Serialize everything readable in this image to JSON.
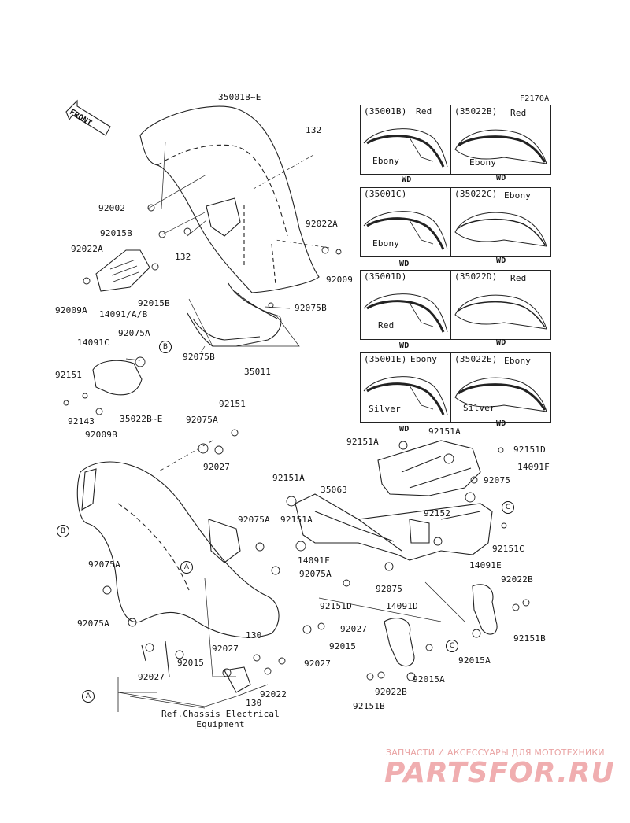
{
  "figure_code": "F2170A",
  "front_label": "FRONT",
  "ref_note": "Ref.Chassis Electrical\nEquipment",
  "watermark": {
    "tagline": "ЗАПЧАСТИ И АКСЕССУАРЫ ДЛЯ МОТОТЕХНИКИ",
    "logo": "PARTSFOR.RU"
  },
  "callouts": {
    "a": "A",
    "b": "B",
    "c": "C"
  },
  "part_labels": {
    "p35001BE": "35001B~E",
    "p132_top": "132",
    "p92002": "92002",
    "p92015B_1": "92015B",
    "p92022A_left": "92022A",
    "p132_mid": "132",
    "p92022A_right": "92022A",
    "p92009": "92009",
    "p92009A": "92009A",
    "p14091AB": "14091/A/B",
    "p92015B_2": "92015B",
    "p92075B_1": "92075B",
    "p14091C": "14091C",
    "p92075A_1": "92075A",
    "p92151_1": "92151",
    "p92143": "92143",
    "p35022BE": "35022B~E",
    "p92009B": "92009B",
    "p92075B_2": "92075B",
    "p35011": "35011",
    "p92151_2": "92151",
    "p92075A_2": "92075A",
    "p92027_1": "92027",
    "p92151A_1": "92151A",
    "p92151A_2": "92151A",
    "p92151D_1": "92151D",
    "p14091F_1": "14091F",
    "p92075_1": "92075",
    "p92151A_3": "92151A",
    "p35063": "35063",
    "p92152": "92152",
    "p92151A_4": "92151A",
    "p92075A_3": "92075A",
    "p92151C": "92151C",
    "p14091F_2": "14091F",
    "p92075A_4": "92075A",
    "p92075_2": "92075",
    "p14091E": "14091E",
    "p92022B_1": "92022B",
    "p92075A_5": "92075A",
    "p92075A_6": "92075A",
    "p92151D_2": "92151D",
    "p14091D": "14091D",
    "p92027_2": "92027",
    "p92151B_1": "92151B",
    "p130_1": "130",
    "p92015_1": "92015",
    "p92015A": "92015A",
    "p92027_3": "92027",
    "p92015_2": "92015",
    "p92027_4": "92027",
    "p92027_5": "92027",
    "p92022": "92022",
    "p92015A_2": "92015A",
    "p130_2": "130",
    "p92022B_2": "92022B",
    "p92151B_2": "92151B"
  },
  "variants": [
    {
      "code": "(35001B)",
      "colors": [
        "Red",
        "Ebony"
      ],
      "wd": "WD"
    },
    {
      "code": "(35022B)",
      "colors": [
        "Red",
        "Ebony"
      ],
      "wd": "WD"
    },
    {
      "code": "(35001C)",
      "colors": [
        "Ebony"
      ],
      "wd": "WD"
    },
    {
      "code": "(35022C)",
      "colors": [
        "Ebony"
      ],
      "wd": "WD"
    },
    {
      "code": "(35001D)",
      "colors": [
        "Red"
      ],
      "wd": "WD"
    },
    {
      "code": "(35022D)",
      "colors": [
        "Red"
      ],
      "wd": "WD"
    },
    {
      "code": "(35001E)",
      "colors": [
        "Ebony",
        "Silver"
      ],
      "wd": "WD"
    },
    {
      "code": "(35022E)",
      "colors": [
        "Ebony",
        "Silver"
      ],
      "wd": "WD"
    }
  ]
}
